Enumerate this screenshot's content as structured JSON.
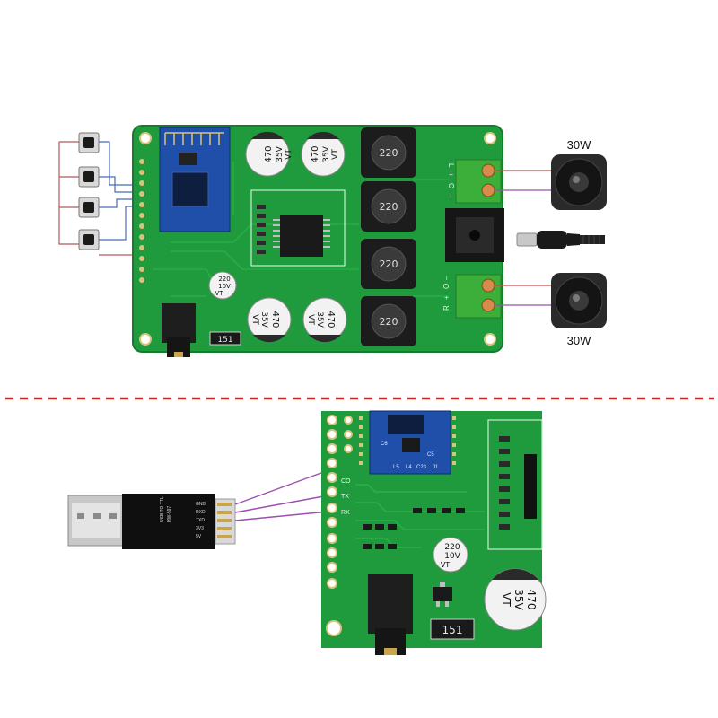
{
  "speakers": {
    "top_power": "30W",
    "bottom_power": "30W"
  },
  "capacitors": {
    "big_value": "470",
    "big_voltage": "35V",
    "big_series": "VT",
    "small_value": "220",
    "small_voltage": "10V",
    "small_series": "VT"
  },
  "inductors": {
    "value": "220"
  },
  "resistor_marking": "151",
  "bt_module": {
    "component_labels": [
      "C6",
      "C5",
      "L5",
      "L4",
      "C23",
      "J1"
    ]
  },
  "terminals": {
    "top_pins": [
      "L",
      "+",
      "O",
      "–"
    ],
    "bottom_pins": [
      "R",
      "+",
      "O",
      "–"
    ]
  },
  "uart_header": {
    "pins": [
      "CO",
      "TX",
      "RX"
    ]
  },
  "usb_ttl": {
    "label_line1": "USB TO TTL",
    "label_line2": "HW-597",
    "pins": [
      "GND",
      "RXD",
      "TXD",
      "3V3",
      "5V"
    ]
  },
  "colors": {
    "pcb_green": "#1f9a3c",
    "divider_red": "#c62828",
    "wire_purple": "#9c4fb0",
    "bt_blue": "#1f4fa8",
    "terminal_green": "#3cae3a"
  }
}
